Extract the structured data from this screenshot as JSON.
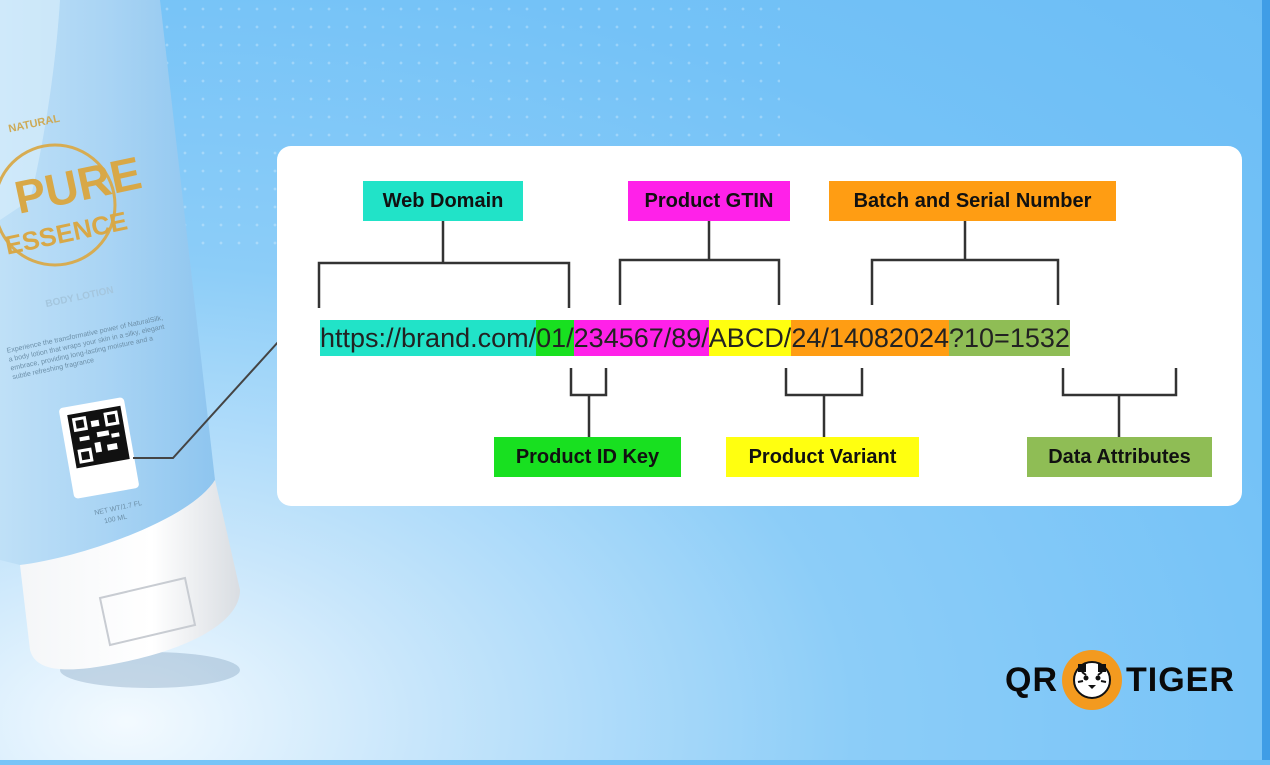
{
  "bottle": {
    "natural": "NATURAL",
    "brand_line1": "PURE",
    "brand_line2": "ESSENCE",
    "product": "BODY LOTION",
    "description": "Experience the transformative power of NaturalSilk, a body lotion that wraps your skin in a silky, elegant embrace, providing long-lasting moisture and a subtle refreshing fragrance",
    "net_wt": "NET WT/1.7 FL",
    "volume": "100 ML"
  },
  "labels": {
    "web_domain": "Web Domain",
    "product_gtin": "Product GTIN",
    "batch_serial": "Batch and Serial Number",
    "product_id_key": "Product ID Key",
    "product_variant": "Product Variant",
    "data_attributes": "Data Attributes"
  },
  "url_parts": {
    "domain": "https://brand.com/",
    "id_key": "01/",
    "gtin": "234567/89/",
    "variant": "ABCD/",
    "batch": "24/14082024",
    "attrs": "?10=1532"
  },
  "colors": {
    "domain": "#21e3c8",
    "id_key": "#18e020",
    "gtin": "#ff21e9",
    "variant": "#ffff10",
    "batch": "#ff9d13",
    "attrs": "#8fbd55"
  },
  "logo": {
    "left": "QR",
    "right": "TIGER"
  }
}
